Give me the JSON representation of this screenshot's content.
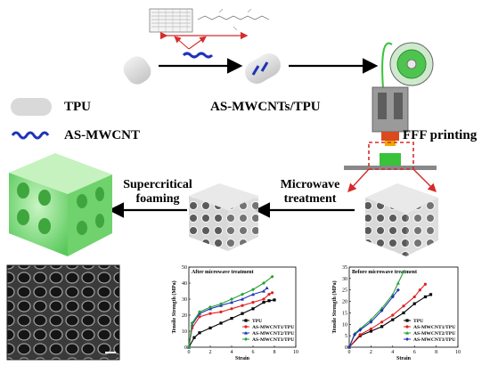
{
  "labels": {
    "tpu": "TPU",
    "as_mwcnt": "AS-MWCNT",
    "composite": "AS-MWCNTs/TPU",
    "fff_printing": "FFF printing",
    "microwave_l1": "Microwave",
    "microwave_l2": "treatment",
    "foaming_l1": "Supercritical",
    "foaming_l2": "foaming"
  },
  "colors": {
    "tpu": "#d9d9d9",
    "cnt": "#1f33b8",
    "arrow_red": "#d62b2b",
    "foam_green": "#8fe08a",
    "printer_green": "#39c23a"
  },
  "icons": [
    "cnt-structure-icon",
    "tpu-pellet-icon",
    "mwcnt-wave-icon",
    "3d-printer-icon",
    "lattice-scaffold-icon",
    "green-foam-icon",
    "sem-micrograph-icon"
  ],
  "chart_data": [
    {
      "type": "line",
      "title": "After microwave treatment",
      "xlabel": "Strain",
      "ylabel": "Tensile Strength (MPa)",
      "xlim": [
        0,
        10
      ],
      "ylim": [
        0,
        50
      ],
      "xticks": [
        "0",
        "2",
        "4",
        "6",
        "8",
        "10"
      ],
      "yticks": [
        "0",
        "10",
        "20",
        "30",
        "40",
        "50"
      ],
      "legend_position": "bottom-right",
      "series": [
        {
          "name": "TPU",
          "color": "#000000",
          "marker": "square",
          "x": [
            0,
            0.5,
            1,
            2,
            3,
            4,
            5,
            6,
            7,
            7.5,
            8
          ],
          "y": [
            0,
            6,
            9,
            12,
            15,
            18,
            21,
            24,
            28,
            29,
            29.5
          ]
        },
        {
          "name": "AS-MWCNT1/TPU",
          "color": "#e02020",
          "marker": "circle",
          "x": [
            0,
            0.3,
            1,
            2,
            3,
            4,
            5,
            6,
            7,
            7.5,
            7.8
          ],
          "y": [
            0,
            12,
            19,
            21,
            22,
            24,
            26,
            28,
            30,
            33,
            34
          ]
        },
        {
          "name": "AS-MWCNT2/TPU",
          "color": "#1f33b8",
          "marker": "triangle",
          "x": [
            0,
            0.3,
            1,
            2,
            3,
            4,
            5,
            6,
            7,
            7.3
          ],
          "y": [
            0,
            14,
            21,
            24,
            26,
            28,
            30,
            33,
            35,
            37
          ]
        },
        {
          "name": "AS-MWCNT3/TPU",
          "color": "#27a035",
          "marker": "diamond",
          "x": [
            0,
            0.3,
            1,
            2,
            3,
            4,
            5,
            6,
            7,
            7.8
          ],
          "y": [
            0,
            15,
            22,
            25,
            27,
            30,
            33,
            36,
            40,
            44
          ]
        }
      ]
    },
    {
      "type": "line",
      "title": "Before microwave treatment",
      "xlabel": "Strain",
      "ylabel": "Tensile Strength (MPa)",
      "xlim": [
        0,
        10
      ],
      "ylim": [
        0,
        35
      ],
      "xticks": [
        "0",
        "2",
        "4",
        "6",
        "8",
        "10"
      ],
      "yticks": [
        "0",
        "5",
        "10",
        "15",
        "20",
        "25",
        "30",
        "35"
      ],
      "legend_position": "bottom-right",
      "series": [
        {
          "name": "TPU",
          "color": "#000000",
          "marker": "square",
          "x": [
            0,
            1,
            2,
            3,
            4,
            5,
            6,
            7,
            7.5
          ],
          "y": [
            0,
            5,
            7,
            9,
            12,
            15,
            19,
            22,
            23
          ]
        },
        {
          "name": "AS-MWCNT1/TPU",
          "color": "#e02020",
          "marker": "circle",
          "x": [
            0,
            1,
            2,
            3,
            4,
            5,
            6,
            6.5,
            7
          ],
          "y": [
            0,
            5.5,
            8,
            11,
            14,
            18,
            22,
            25,
            27.5
          ]
        },
        {
          "name": "AS-MWCNT2/TPU",
          "color": "#27a035",
          "marker": "triangle",
          "x": [
            0,
            0.5,
            1,
            2,
            3,
            4,
            4.5,
            5
          ],
          "y": [
            0,
            6,
            8,
            12,
            17,
            23,
            28,
            33
          ]
        },
        {
          "name": "AS-MWCNT3/TPU",
          "color": "#1f33b8",
          "marker": "diamond",
          "x": [
            0,
            0.5,
            1,
            2,
            3,
            4,
            4.5
          ],
          "y": [
            0,
            5.5,
            7.5,
            11,
            16,
            22,
            25
          ]
        }
      ]
    }
  ]
}
